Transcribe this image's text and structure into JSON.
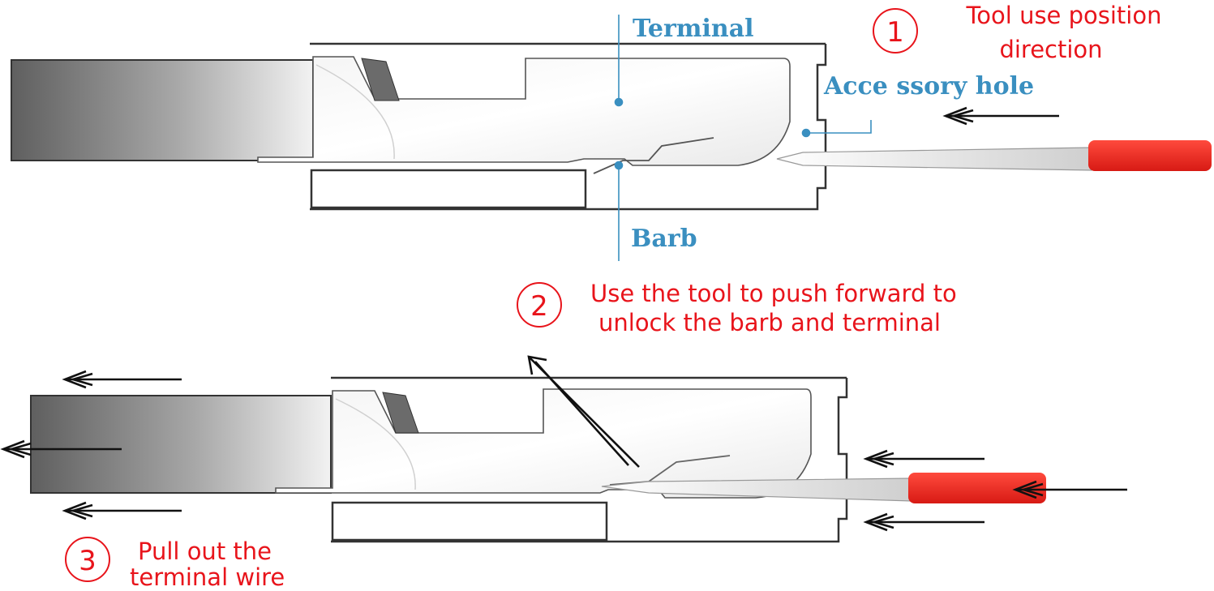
{
  "colors": {
    "label_blue": "#3a8fc0",
    "step_red": "#e8141b",
    "tool_red": "#e3211c",
    "outline": "#333333",
    "arrow": "#111111",
    "wire_gray": "#7a7a7a"
  },
  "labels": {
    "terminal": "Terminal",
    "barb": "Barb",
    "accessory_hole": "Acce ssory hole"
  },
  "steps": [
    {
      "number": "1",
      "lines": [
        "Tool use position",
        "direction"
      ]
    },
    {
      "number": "2",
      "lines": [
        "Use the tool to push forward to",
        "unlock the barb and terminal"
      ]
    },
    {
      "number": "3",
      "lines": [
        "Pull out the",
        "terminal wire"
      ]
    }
  ],
  "icons": {
    "arrow": "left-arrow-icon",
    "tool": "removal-tool-icon"
  }
}
